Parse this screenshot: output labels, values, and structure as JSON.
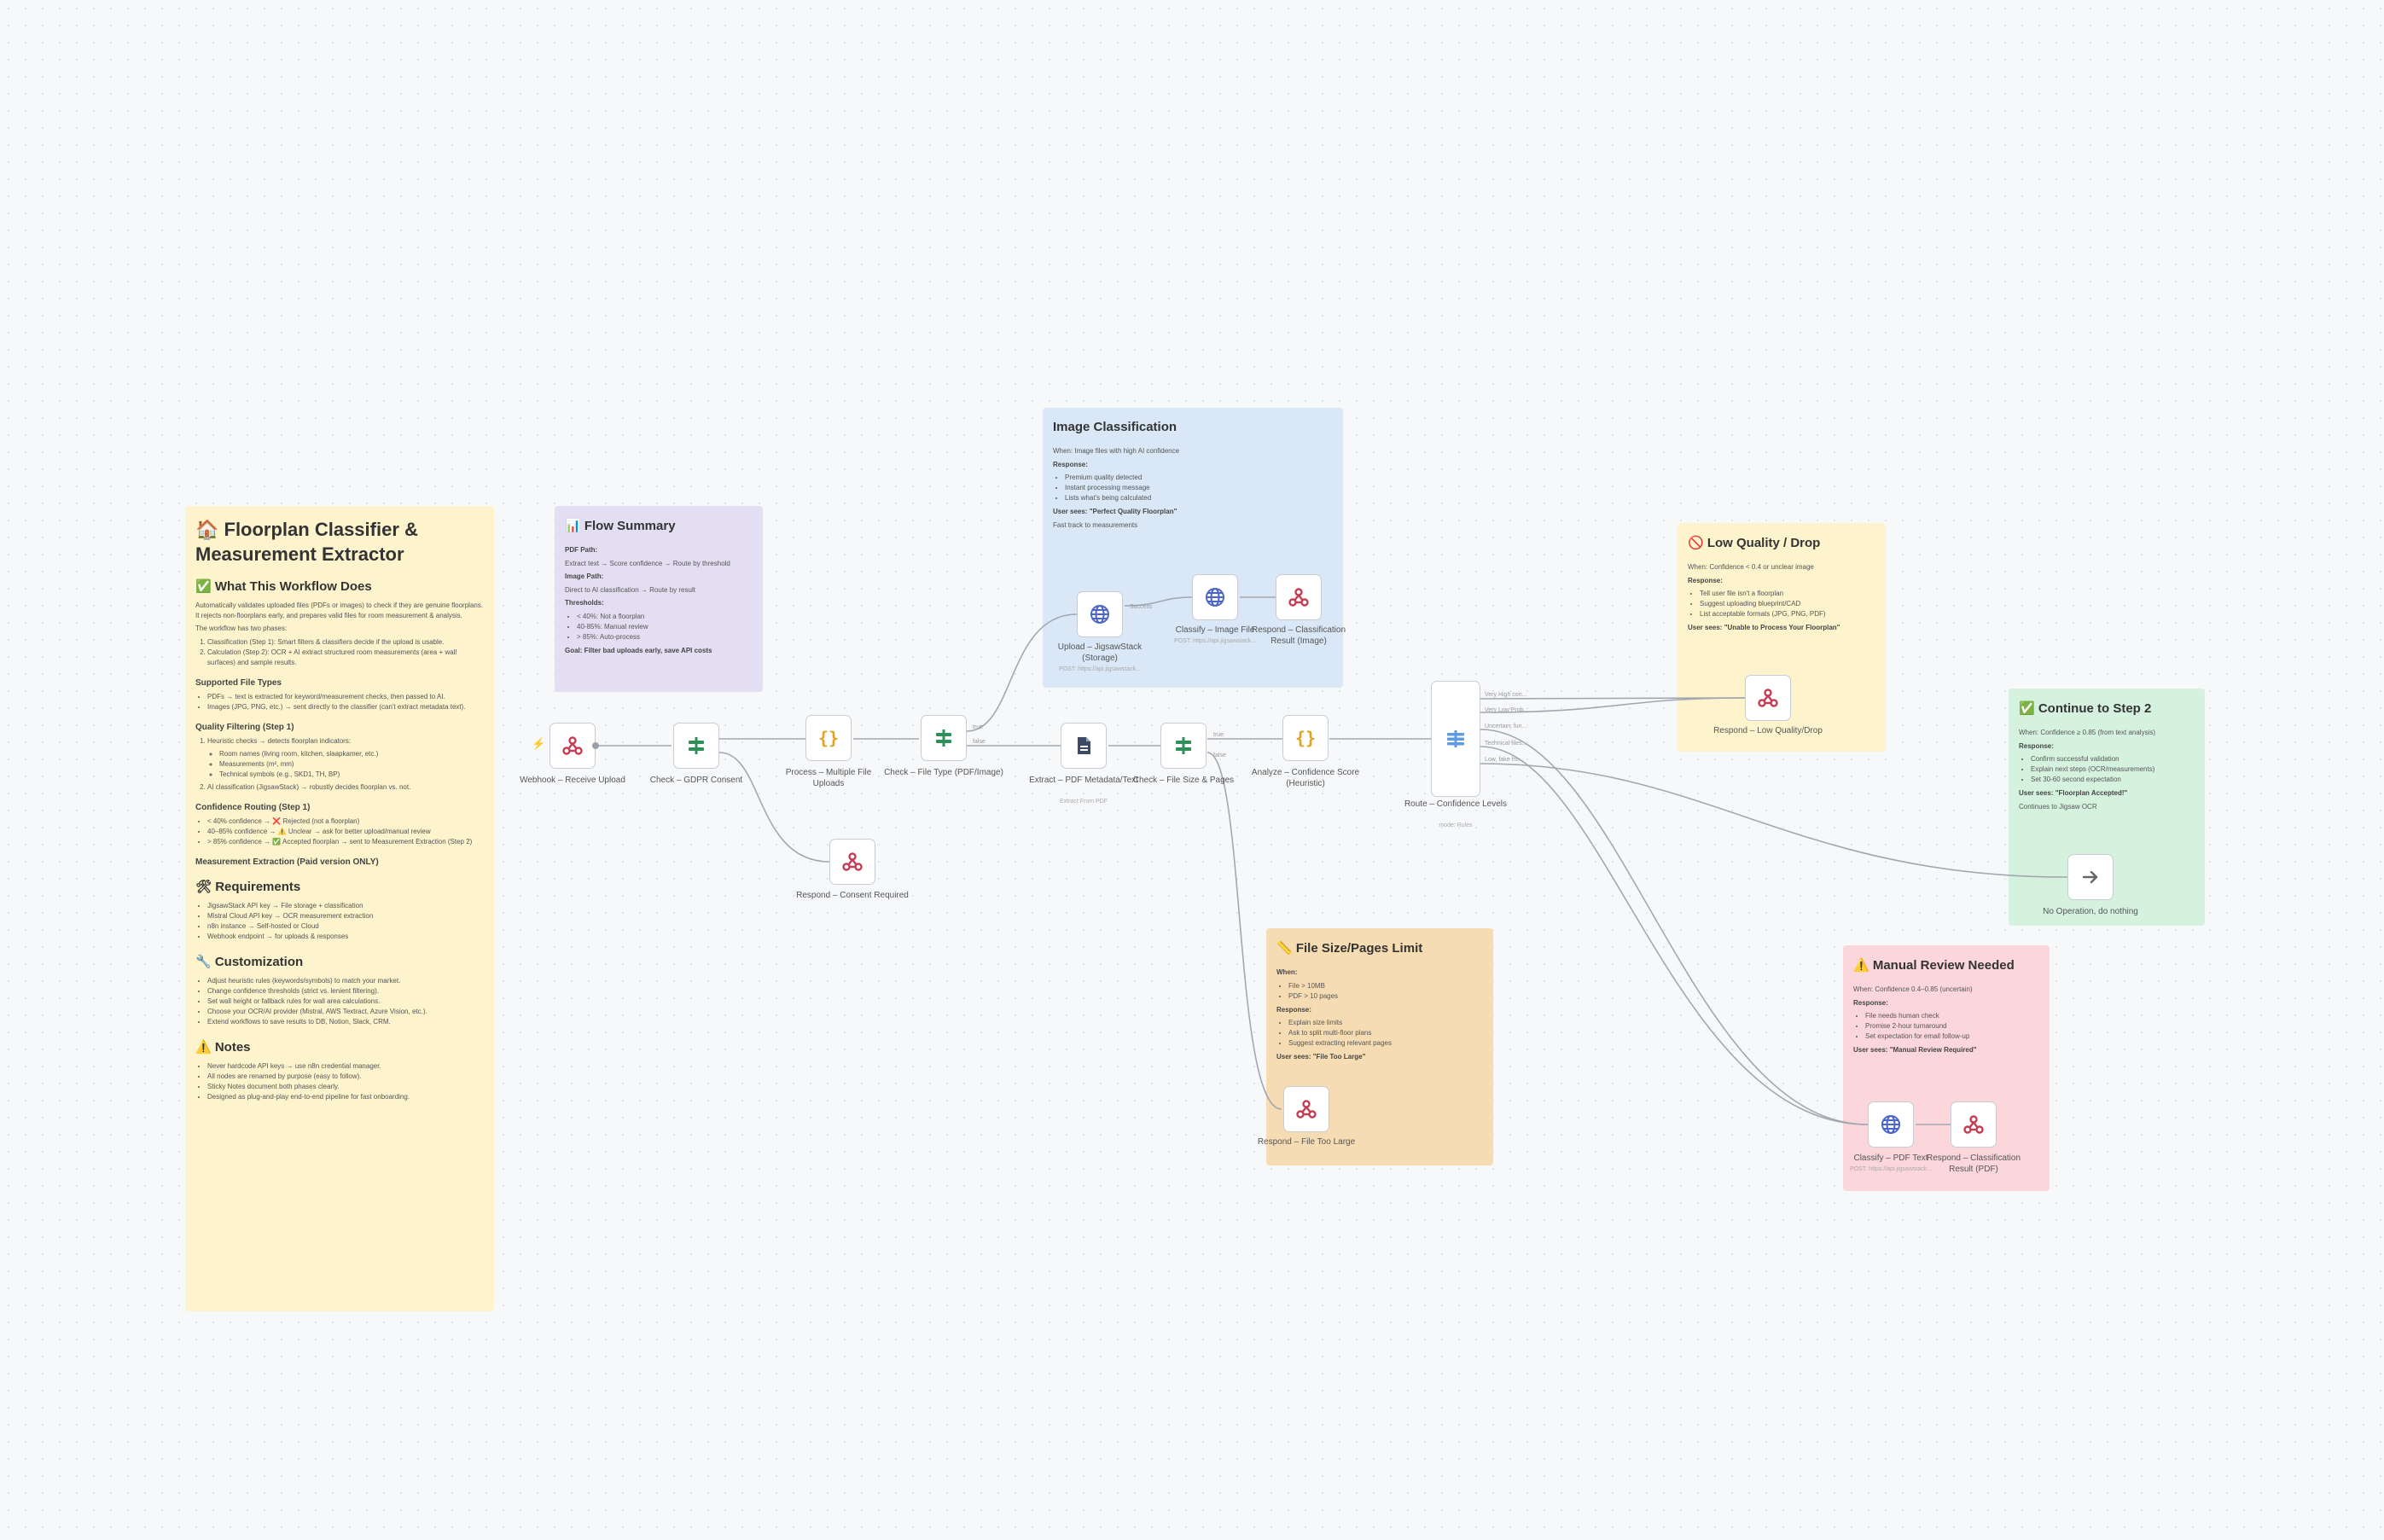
{
  "main_note": {
    "title": "🏠 Floorplan Classifier & Measurement Extractor",
    "what_title": "✅ What This Workflow Does",
    "what_text": "Automatically validates uploaded files (PDFs or images) to check if they are genuine floorplans. It rejects non-floorplans early, and prepares valid files for room measurement & analysis.",
    "phases_intro": "The workflow has two phases:",
    "phases": [
      "Classification (Step 1): Smart filters & classifiers decide if the upload is usable.",
      "Calculation (Step 2): OCR + AI extract structured room measurements (area + wall surfaces) and sample results."
    ],
    "types_title": "Supported File Types",
    "types": [
      "PDFs → text is extracted for keyword/measurement checks, then passed to AI.",
      "Images (JPG, PNG, etc.) → sent directly to the classifier (can't extract metadata text)."
    ],
    "quality_title": "Quality Filtering (Step 1)",
    "quality": [
      "Heuristic checks → detects floorplan indicators:",
      "Room names (living room, kitchen, slaapkamer, etc.)",
      "Measurements (m², mm)",
      "Technical symbols (e.g., SKD1, TH, BP)",
      "AI classification (JigsawStack) → robustly decides floorplan vs. not."
    ],
    "routing_title": "Confidence Routing (Step 1)",
    "routing": [
      "< 40% confidence → ❌ Rejected (not a floorplan)",
      "40–85% confidence → ⚠️ Unclear → ask for better upload/manual review",
      "> 85% confidence → ✅ Accepted floorplan → sent to Measurement Extraction (Step 2)"
    ],
    "extraction_title": "Measurement Extraction (Paid version ONLY)",
    "req_title": "🛠 Requirements",
    "req": [
      "JigsawStack API key → File storage + classification",
      "Mistral Cloud API key → OCR measurement extraction",
      "n8n instance → Self-hosted or Cloud",
      "Webhook endpoint → for uploads & responses"
    ],
    "custom_title": "🔧 Customization",
    "custom": [
      "Adjust heuristic rules (keywords/symbols) to match your market.",
      "Change confidence thresholds (strict vs. lenient filtering).",
      "Set wall height or fallback rules for wall area calculations.",
      "Choose your OCR/AI provider (Mistral, AWS Textract, Azure Vision, etc.).",
      "Extend workflows to save results to DB, Notion, Slack, CRM."
    ],
    "notes_title": "⚠️ Notes",
    "notes": [
      "Never hardcode API keys → use n8n credential manager.",
      "All nodes are renamed by purpose (easy to follow).",
      "Sticky Notes document both phases clearly.",
      "Designed as plug-and-play end-to-end pipeline for fast onboarding."
    ]
  },
  "flow_summary": {
    "title": "📊 Flow Summary",
    "pdf_title": "PDF Path:",
    "pdf_text": "Extract text → Score confidence → Route by threshold",
    "image_title": "Image Path:",
    "image_text": "Direct to AI classification → Route by result",
    "thresh_title": "Thresholds:",
    "thresholds": [
      "< 40%: Not a floorplan",
      "40-85%: Manual review",
      "> 85%: Auto-process"
    ],
    "goal": "Goal: Filter bad uploads early, save API costs"
  },
  "image_class": {
    "title": "Image Classification",
    "when": "When: Image files with high AI confidence",
    "resp_title": "Response:",
    "resp": [
      "Premium quality detected",
      "Instant processing message",
      "Lists what's being calculated"
    ],
    "user_sees": "User sees: \"Perfect Quality Floorplan\"",
    "fast": "Fast track to measurements"
  },
  "low_quality": {
    "title": "🚫 Low Quality / Drop",
    "when": "When: Confidence < 0.4 or unclear image",
    "resp_title": "Response:",
    "resp": [
      "Tell user file isn't a floorplan",
      "Suggest uploading blueprint/CAD",
      "List acceptable formats (JPG, PNG, PDF)"
    ],
    "user_sees": "User sees: \"Unable to Process Your Floorplan\""
  },
  "continue_note": {
    "title": "✅ Continue to Step 2",
    "when": "When: Confidence ≥ 0.85 (from text analysis)",
    "resp_title": "Response:",
    "resp": [
      "Confirm successful validation",
      "Explain next steps (OCR/measurements)",
      "Set 30-60 second expectation"
    ],
    "user_sees": "User sees: \"Floorplan Accepted!\"",
    "cont": "Continues to Jigsaw OCR"
  },
  "size_note": {
    "title": "📏 File Size/Pages Limit",
    "when": "When:",
    "when_list": [
      "File > 10MB",
      "PDF > 10 pages"
    ],
    "resp_title": "Response:",
    "resp": [
      "Explain size limits",
      "Ask to split multi-floor plans",
      "Suggest extracting relevant pages"
    ],
    "user_sees": "User sees: \"File Too Large\""
  },
  "manual_note": {
    "title": "⚠️ Manual Review Needed",
    "when": "When: Confidence 0.4–0.85 (uncertain)",
    "resp_title": "Response:",
    "resp": [
      "File needs human check",
      "Promise 2-hour turnaround",
      "Set expectation for email follow-up"
    ],
    "user_sees": "User sees: \"Manual Review Required\""
  },
  "nodes": {
    "webhook": "Webhook – Receive Upload",
    "gdpr": "Check – GDPR Consent",
    "consent": "Respond – Consent Required",
    "process": "Process – Multiple File Uploads",
    "filetype": "Check – File Type (PDF/Image)",
    "upload": "Upload – JigsawStack (Storage)",
    "upload_sub": "POST: https://api.jigsawstack...",
    "classify_img": "Classify – Image File",
    "classify_img_sub": "POST: https://api.jigsawstack...",
    "respond_img": "Respond – Classification Result (Image)",
    "extract": "Extract – PDF Metadata/Text",
    "extract_sub": "Extract From PDF",
    "size": "Check – File Size & Pages",
    "too_large": "Respond – File Too Large",
    "analyze": "Analyze – Confidence Score (Heuristic)",
    "route": "Route – Confidence Levels",
    "route_sub": "mode: Rules",
    "low": "Respond – Low Quality/Drop",
    "noop": "No Operation, do nothing",
    "classify_pdf": "Classify – PDF Text",
    "classify_pdf_sub": "POST: https://api.jigsawstack...",
    "respond_pdf": "Respond – Classification Result (PDF)"
  },
  "edge_labels": {
    "filetype_true": "true",
    "filetype_false": "false",
    "size_true": "true",
    "size_false": "false",
    "upload_out": "Success",
    "route_1": "Very High con...",
    "route_2": "Very Low Prob...",
    "route_3": "Uncertain, fun...",
    "route_4": "Technical files...",
    "route_5": "Low, fake fro..."
  },
  "colors": {
    "canvas": "#f7f8fa",
    "yellow_note": "#fdf3cc",
    "purple_note": "#e4def2",
    "blue_note": "#d9e7f7",
    "green_note": "#d5f2de",
    "orange_note": "#f6dcb2",
    "red_note": "#fbd6da",
    "webhook_icon": "#c43d52",
    "if_icon": "#2f8f58",
    "code_icon": "#e0a422",
    "http_icon": "#4b64c9"
  },
  "icons": {
    "webhook": "webhook-icon",
    "if": "if-branch-icon",
    "code": "code-braces-icon",
    "http": "globe-icon",
    "pdf": "document-icon",
    "switch": "switch-icon",
    "noop": "arrow-right-icon",
    "trigger": "lightning-icon"
  }
}
